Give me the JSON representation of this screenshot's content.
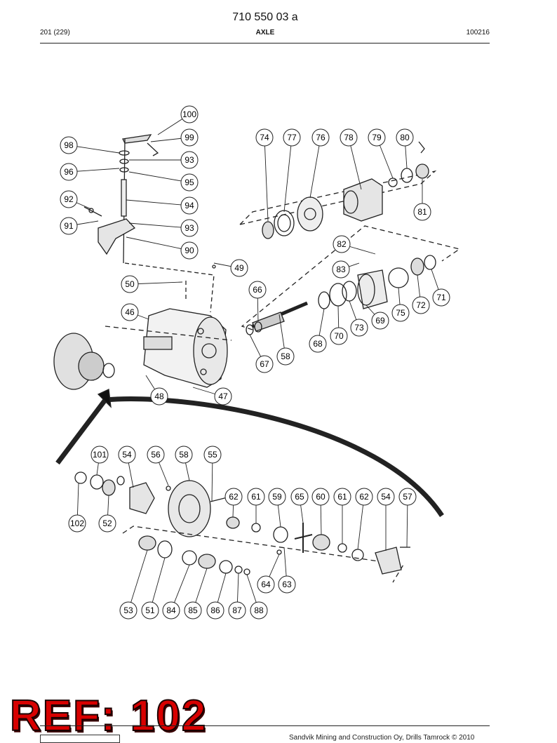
{
  "header": {
    "doc_number": "710 550 03 a",
    "page": "201 (229)",
    "section": "AXLE",
    "code": "100216"
  },
  "reference_label": "REF: 102",
  "footer": {
    "copyright": "Sandvik Mining and Construction Oy, Drills Tamrock © 2010"
  },
  "diagram": {
    "callouts": [
      "100",
      "99",
      "98",
      "93",
      "96",
      "95",
      "92",
      "94",
      "91",
      "93",
      "90",
      "74",
      "77",
      "76",
      "78",
      "79",
      "80",
      "81",
      "82",
      "49",
      "83",
      "50",
      "66",
      "71",
      "72",
      "75",
      "69",
      "46",
      "73",
      "70",
      "68",
      "58",
      "67",
      "48",
      "47",
      "101",
      "54",
      "56",
      "58",
      "55",
      "62",
      "61",
      "59",
      "65",
      "60",
      "61",
      "62",
      "54",
      "57",
      "102",
      "52",
      "64",
      "63",
      "53",
      "51",
      "84",
      "85",
      "86",
      "87",
      "88"
    ]
  }
}
